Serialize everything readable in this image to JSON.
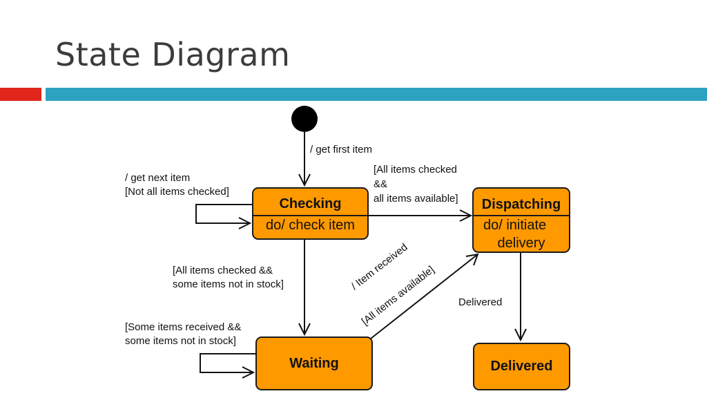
{
  "title": "State Diagram",
  "accent_colors": {
    "red": "#e1261c",
    "blue": "#2ea3c1",
    "state_fill": "#ff9900"
  },
  "states": {
    "checking": {
      "name": "Checking",
      "activity": "do/ check item"
    },
    "dispatching": {
      "name": "Dispatching",
      "activity_line1": "do/ initiate",
      "activity_line2": "delivery"
    },
    "waiting": {
      "name": "Waiting"
    },
    "delivered": {
      "name": "Delivered"
    }
  },
  "transitions": {
    "initial_to_checking": "/ get first item",
    "checking_self_line1": "/ get next item",
    "checking_self_line2": "[Not all items checked]",
    "checking_to_dispatching_line1": "[All items checked",
    "checking_to_dispatching_line2": "&&",
    "checking_to_dispatching_line3": "all items available]",
    "checking_to_waiting_line1": "[All items checked &&",
    "checking_to_waiting_line2": "some items not in stock]",
    "waiting_self_line1": "[Some items received &&",
    "waiting_self_line2": "some items not in stock]",
    "waiting_to_dispatching_line1": "/ Item received",
    "waiting_to_dispatching_line2": "[All items available]",
    "dispatching_to_delivered": "Delivered"
  }
}
